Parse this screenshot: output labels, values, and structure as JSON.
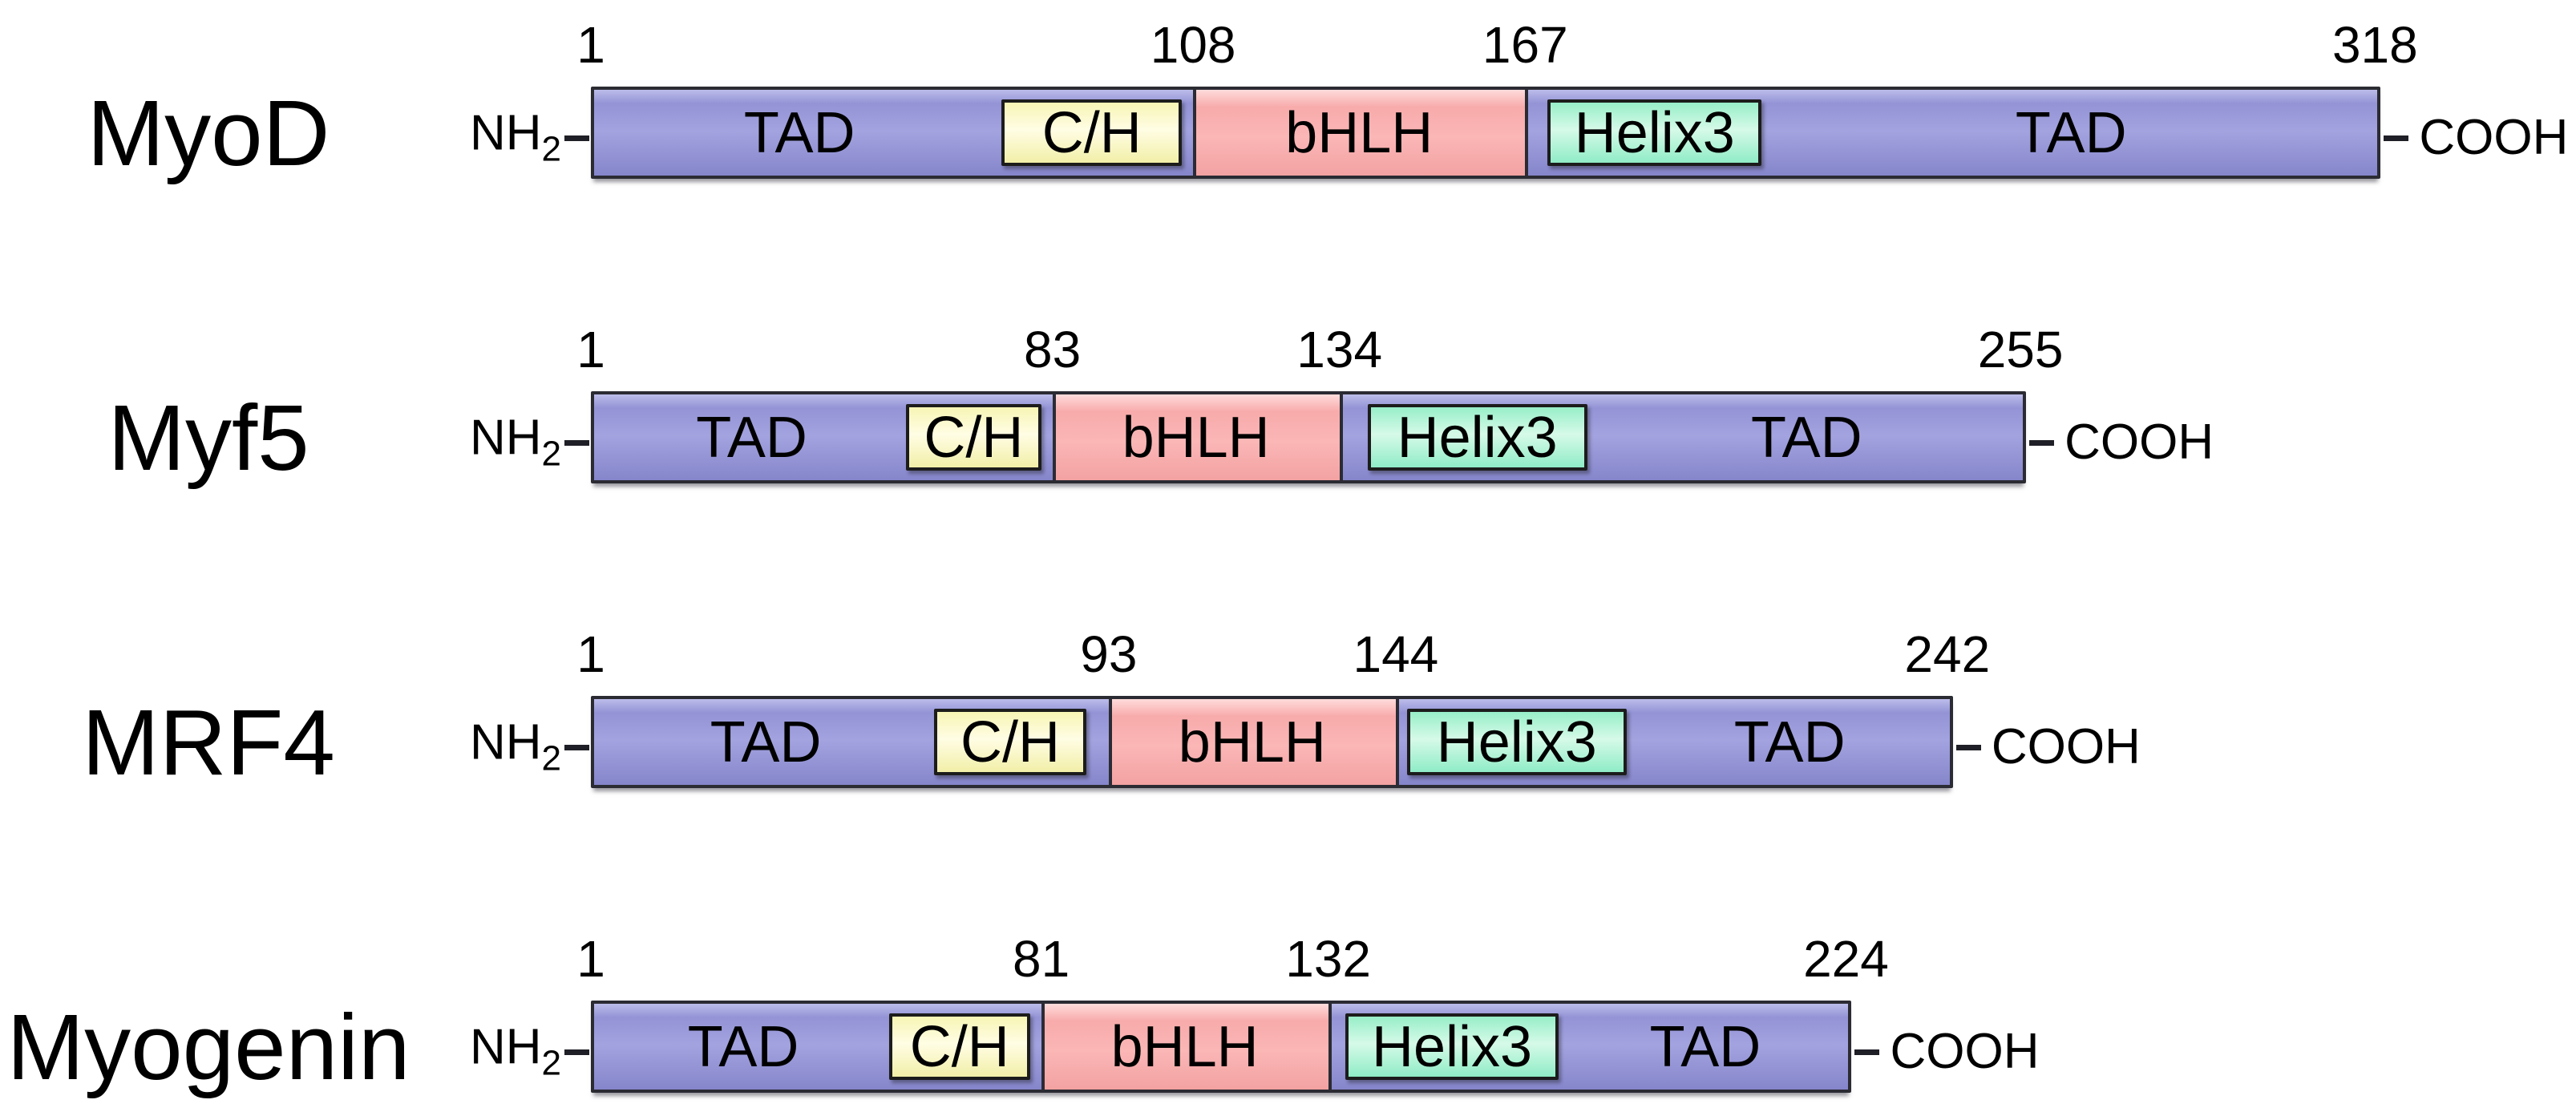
{
  "diagram_type": "protein-domain-diagram",
  "terminus_labels": {
    "left_main": "NH",
    "left_sub": "2",
    "right": "COOH"
  },
  "colors": {
    "backbone_fill": "#9393d6",
    "backbone_highlight": "#bcbcea",
    "backbone_deep": "#8585cb",
    "bhlh_fill": "#f8abab",
    "bhlh_highlight": "#ffdbdb",
    "ch_fill": "#f7f5b4",
    "ch_highlight": "#fffde4",
    "helix3_fill": "#97eec8",
    "helix3_highlight": "#d6fae8",
    "outline": "#2b2b33",
    "text": "#000000"
  },
  "proteins": [
    {
      "name": "MyoD",
      "length_aa": 318,
      "tick_labels": [
        "1",
        "108",
        "167",
        "318"
      ],
      "tick_positions_aa": [
        1,
        108,
        167,
        318
      ],
      "domains": {
        "tad_n_label": "TAD",
        "ch_label": "C/H",
        "bhlh_label": "bHLH",
        "helix3_label": "Helix3",
        "tad_c_label": "TAD",
        "bhlh_start_aa": 108,
        "bhlh_end_aa": 167,
        "ch_box_aa": [
          74,
          106
        ],
        "helix3_box_aa": [
          171,
          209
        ]
      }
    },
    {
      "name": "Myf5",
      "length_aa": 255,
      "tick_labels": [
        "1",
        "83",
        "134",
        "255"
      ],
      "tick_positions_aa": [
        1,
        83,
        134,
        255
      ],
      "domains": {
        "tad_n_label": "TAD",
        "ch_label": "C/H",
        "bhlh_label": "bHLH",
        "helix3_label": "Helix3",
        "tad_c_label": "TAD",
        "bhlh_start_aa": 83,
        "bhlh_end_aa": 134,
        "ch_box_aa": [
          57,
          81
        ],
        "helix3_box_aa": [
          139,
          178
        ]
      }
    },
    {
      "name": "MRF4",
      "length_aa": 242,
      "tick_labels": [
        "1",
        "93",
        "144",
        "242"
      ],
      "tick_positions_aa": [
        1,
        93,
        144,
        242
      ],
      "domains": {
        "tad_n_label": "TAD",
        "ch_label": "C/H",
        "bhlh_label": "bHLH",
        "helix3_label": "Helix3",
        "tad_c_label": "TAD",
        "bhlh_start_aa": 93,
        "bhlh_end_aa": 144,
        "ch_box_aa": [
          62,
          89
        ],
        "helix3_box_aa": [
          146,
          185
        ]
      }
    },
    {
      "name": "Myogenin",
      "length_aa": 224,
      "tick_labels": [
        "1",
        "81",
        "132",
        "224"
      ],
      "tick_positions_aa": [
        1,
        81,
        132,
        224
      ],
      "domains": {
        "tad_n_label": "TAD",
        "ch_label": "C/H",
        "bhlh_label": "bHLH",
        "helix3_label": "Helix3",
        "tad_c_label": "TAD",
        "bhlh_start_aa": 81,
        "bhlh_end_aa": 132,
        "ch_box_aa": [
          54,
          79
        ],
        "helix3_box_aa": [
          135,
          173
        ]
      }
    }
  ]
}
